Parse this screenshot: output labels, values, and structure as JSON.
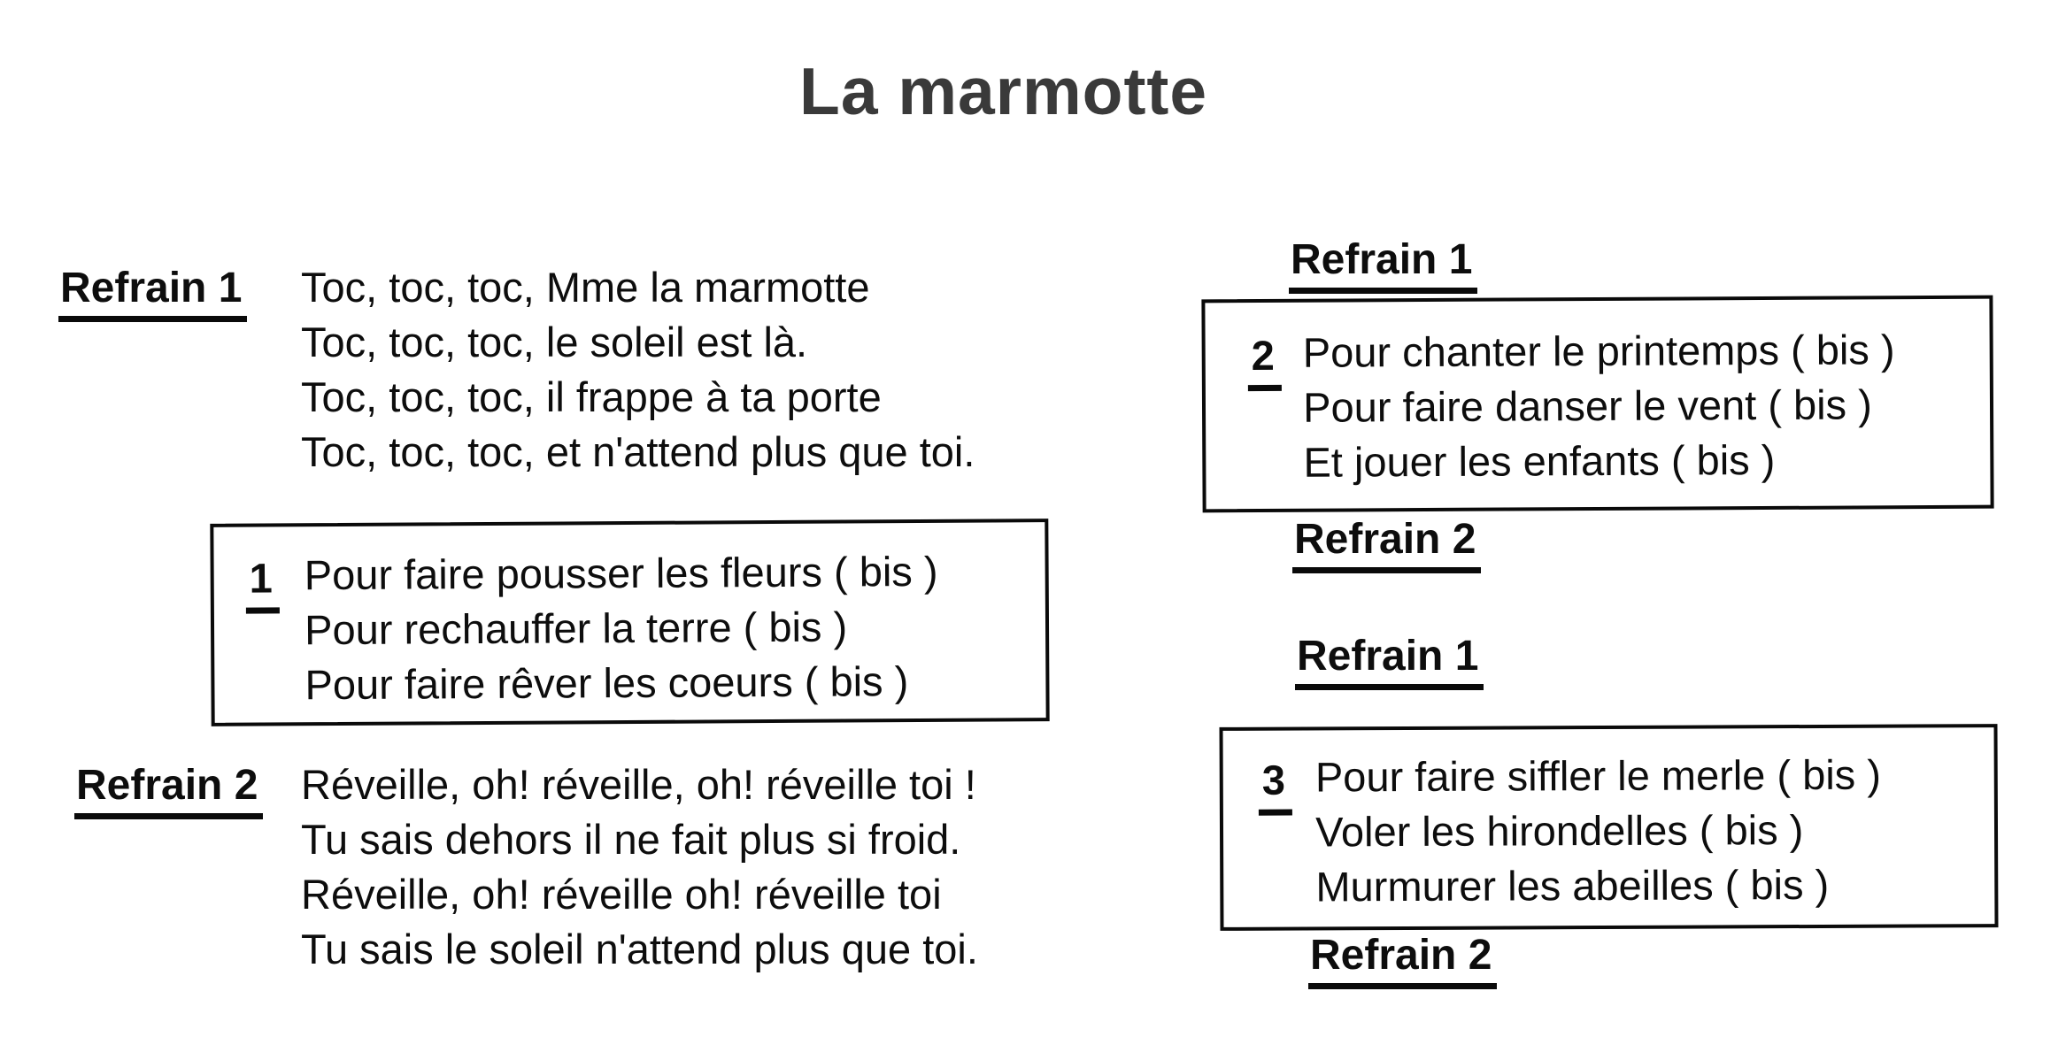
{
  "title": "La marmotte",
  "colors": {
    "paper": "#ffffff",
    "ink": "#0d0d0d",
    "title_ink": "#3a3a3a"
  },
  "left": {
    "refrain1": {
      "label": "Refrain 1",
      "lines": [
        "Toc, toc, toc, Mme la marmotte",
        "Toc, toc, toc, le soleil est là.",
        "Toc, toc, toc, il frappe à ta porte",
        "Toc, toc, toc, et n'attend plus que toi."
      ]
    },
    "verse1": {
      "number": "1",
      "lines": [
        "Pour faire pousser les fleurs ( bis )",
        "Pour rechauffer la terre ( bis )",
        "Pour faire rêver les coeurs ( bis )"
      ]
    },
    "refrain2": {
      "label": "Refrain 2",
      "lines": [
        "Réveille, oh! réveille, oh! réveille toi !",
        "Tu sais dehors il ne fait plus si froid.",
        "Réveille, oh! réveille oh! réveille toi",
        "Tu sais le soleil n'attend plus que toi."
      ]
    }
  },
  "right": {
    "refrain1_top": "Refrain 1",
    "verse2": {
      "number": "2",
      "lines": [
        "Pour chanter le printemps ( bis )",
        "Pour faire danser le vent ( bis )",
        "Et jouer les enfants ( bis )"
      ]
    },
    "refrain2_mid": "Refrain 2",
    "refrain1_mid": "Refrain 1",
    "verse3": {
      "number": "3",
      "lines": [
        "Pour faire siffler le merle ( bis )",
        "Voler les hirondelles ( bis )",
        "Murmurer les abeilles ( bis )"
      ]
    },
    "refrain2_bottom": "Refrain 2"
  }
}
